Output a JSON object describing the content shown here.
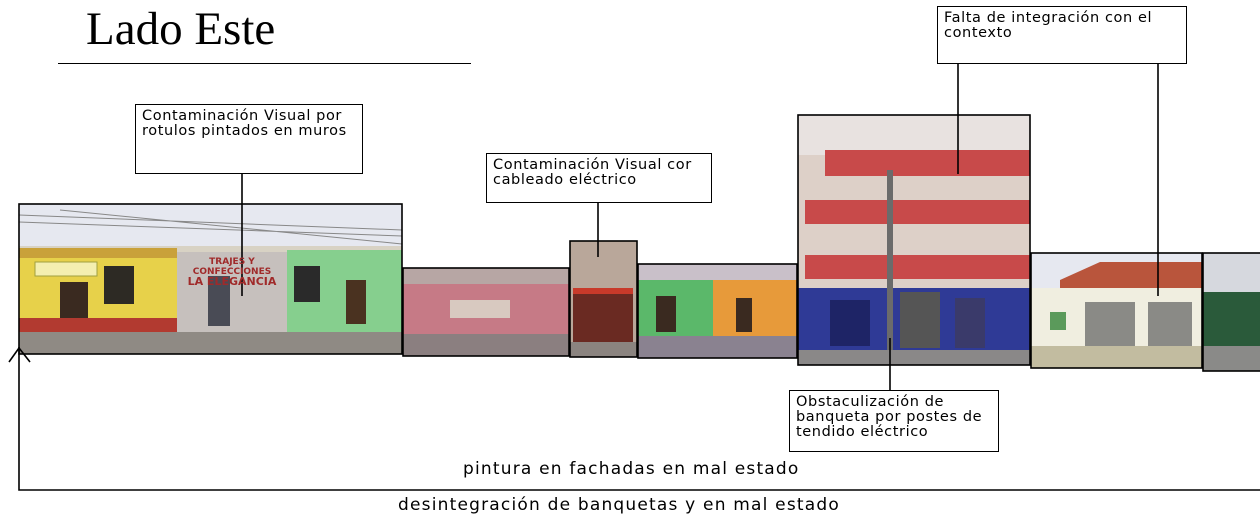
{
  "title": "Lado Este",
  "callouts": {
    "rotulos": "Contaminación Visual por rotulos pintados en muros",
    "cableado": "Contaminación Visual cor cableado eléctrico",
    "integracion": "Falta de integración con el contexto",
    "postes": "Obstaculización de banqueta por postes de tendido eléctrico"
  },
  "bottom_text": {
    "line1": "pintura en fachadas en mal estado",
    "line2": "desintegración de banquetas y en mal estado"
  },
  "shop_signs": {
    "sign1": "TRAJES Y CONFECCIONES",
    "sign2": "LA ELEGANCIA"
  },
  "colors": {
    "yellow_wall": "#e7d14a",
    "green_wall": "#86cf8e",
    "pink_wall": "#c67a86",
    "blue_wall": "#2f3a96",
    "sky": "#e6e8f0"
  }
}
